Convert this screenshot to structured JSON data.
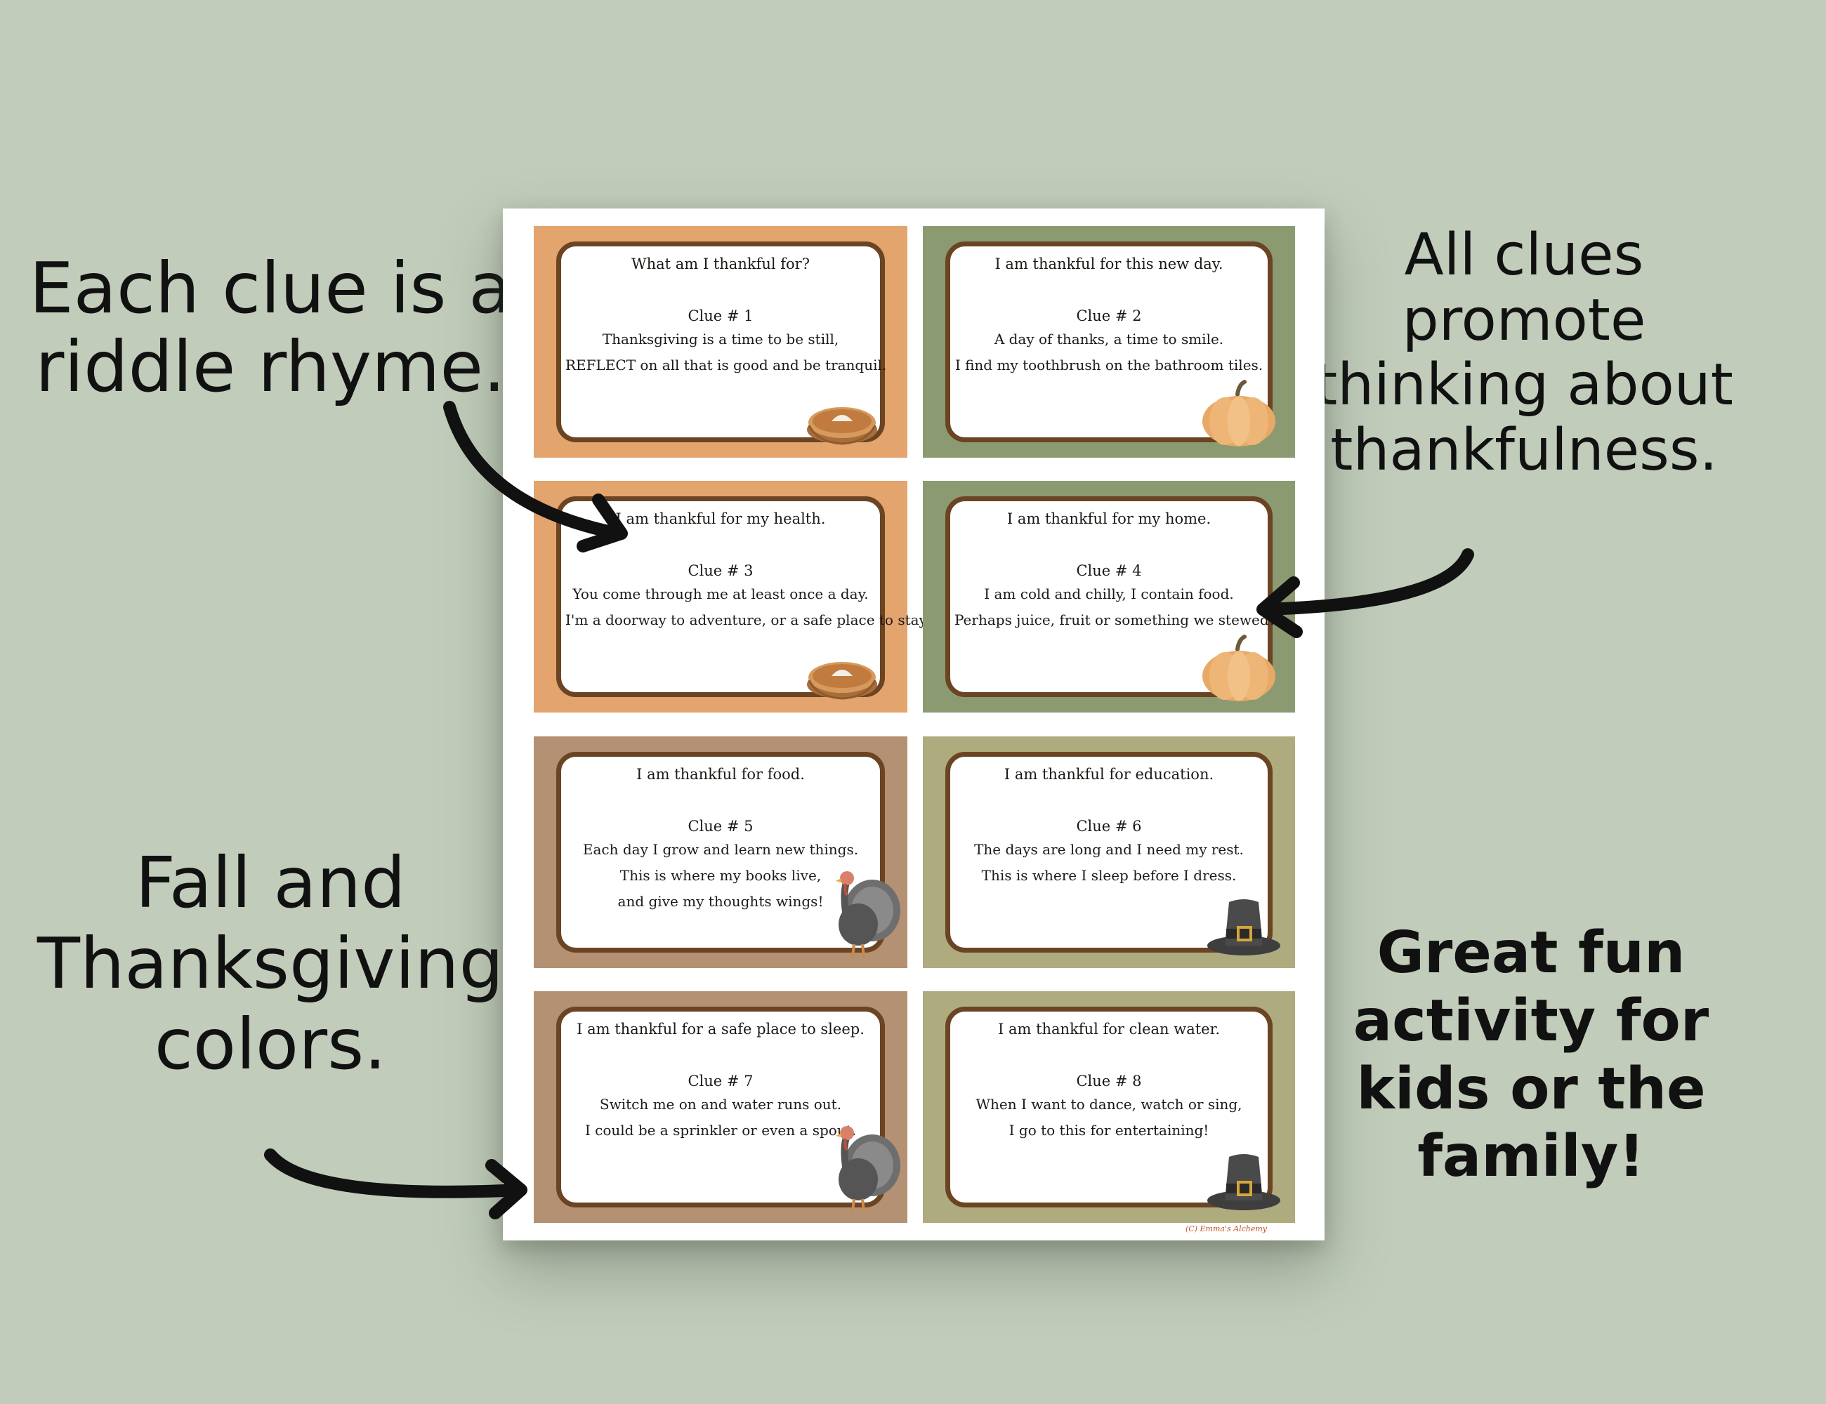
{
  "captions": {
    "top_left": [
      "Each clue is a",
      "riddle rhyme."
    ],
    "top_right": [
      "All clues",
      "promote",
      "thinking about",
      "thankfulness."
    ],
    "bottom_left": [
      "Fall and",
      "Thanksgiving",
      "colors."
    ],
    "bottom_right": [
      "Great fun",
      "activity for",
      "kids or the",
      "family!"
    ]
  },
  "cards": [
    {
      "title": "What am I thankful for?",
      "clue": "Clue # 1",
      "lines": [
        "Thanksgiving is a time to be still,",
        "REFLECT on all that is good and be tranquil."
      ],
      "icon": "pie-icon",
      "color": "#e3a46d"
    },
    {
      "title": "I am thankful for this new day.",
      "clue": "Clue # 2",
      "lines": [
        "A day of thanks, a time to smile.",
        "I find my toothbrush on the bathroom tiles."
      ],
      "icon": "pumpkin-icon",
      "color": "#8c9a72"
    },
    {
      "title": "I am thankful for my health.",
      "clue": "Clue # 3",
      "lines": [
        "You come through me at least once a day.",
        "I'm a doorway to adventure, or a safe place to stay."
      ],
      "icon": "pie-icon",
      "color": "#e3a46d"
    },
    {
      "title": "I am thankful for my home.",
      "clue": "Clue # 4",
      "lines": [
        "I am cold and chilly, I contain food.",
        "Perhaps juice, fruit or something we stewed?"
      ],
      "icon": "pumpkin-icon",
      "color": "#8c9a72"
    },
    {
      "title": "I am thankful for food.",
      "clue": "Clue # 5",
      "lines": [
        "Each day I grow and learn new things.",
        "This is where my books live,",
        "and give my thoughts wings!"
      ],
      "icon": "turkey-icon",
      "color": "#b39172"
    },
    {
      "title": "I am thankful for education.",
      "clue": "Clue # 6",
      "lines": [
        "The days are long and I need my rest.",
        "This is where I sleep before I dress."
      ],
      "icon": "pilgrim-hat-icon",
      "color": "#aeab7f"
    },
    {
      "title": "I am thankful for a safe place to sleep.",
      "clue": "Clue # 7",
      "lines": [
        "Switch me on and water runs out.",
        "I could be a sprinkler or even a spout."
      ],
      "icon": "turkey-icon",
      "color": "#b39172"
    },
    {
      "title": "I am thankful for clean water.",
      "clue": "Clue # 8",
      "lines": [
        "When I want to dance, watch or sing,",
        "I go to this for entertaining!"
      ],
      "icon": "pilgrim-hat-icon",
      "color": "#aeab7f"
    }
  ],
  "copyright": "(C) Emma's Alchemy"
}
